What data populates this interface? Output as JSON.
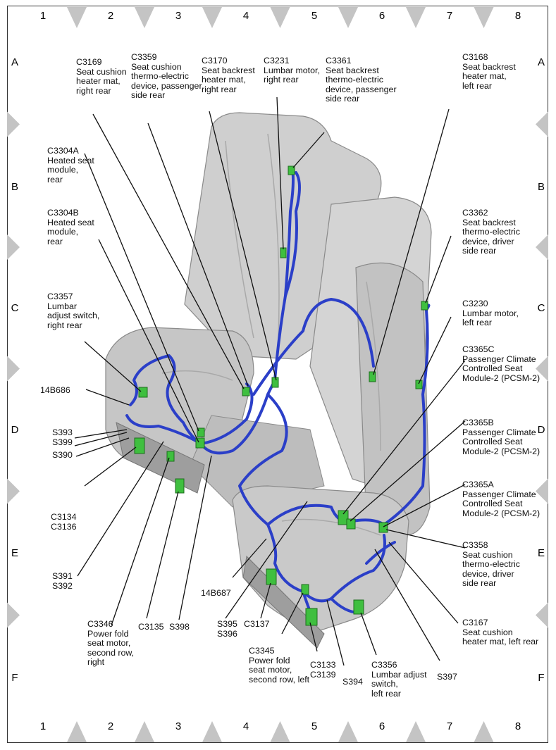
{
  "grid": {
    "columns": [
      "1",
      "2",
      "3",
      "4",
      "5",
      "6",
      "7",
      "8"
    ],
    "rows": [
      "A",
      "B",
      "C",
      "D",
      "E",
      "F"
    ]
  },
  "colors": {
    "wire": "#2b3fc8",
    "connector": "#3fbf3f",
    "seat": "#c8c8c8",
    "pointer": "#111111"
  },
  "callouts": [
    {
      "id": "c3169",
      "text": "C3169\nSeat cushion\nheater mat,\nright rear"
    },
    {
      "id": "c3359",
      "text": "C3359\nSeat cushion\nthermo-electric\ndevice, passenger\nside rear"
    },
    {
      "id": "c3170",
      "text": "C3170\nSeat backrest\nheater mat,\nright rear"
    },
    {
      "id": "c3231",
      "text": "C3231\nLumbar motor,\nright rear"
    },
    {
      "id": "c3361",
      "text": "C3361\nSeat backrest\nthermo-electric\ndevice, passenger\nside rear"
    },
    {
      "id": "c3168",
      "text": "C3168\nSeat backrest\nheater mat,\nleft rear"
    },
    {
      "id": "c3304a",
      "text": "C3304A\nHeated seat\nmodule,\nrear"
    },
    {
      "id": "c3304b",
      "text": "C3304B\nHeated seat\nmodule,\nrear"
    },
    {
      "id": "c3362",
      "text": "C3362\nSeat backrest\nthermo-electric\ndevice, driver\nside rear"
    },
    {
      "id": "c3357",
      "text": "C3357\nLumbar\nadjust switch,\nright rear"
    },
    {
      "id": "c3230",
      "text": "C3230\nLumbar motor,\nleft rear"
    },
    {
      "id": "c3365c",
      "text": "C3365C\nPassenger Climate\nControlled Seat\nModule-2 (PCSM-2)"
    },
    {
      "id": "14b686",
      "text": "14B686"
    },
    {
      "id": "s393",
      "text": "S393\nS399"
    },
    {
      "id": "c3365b",
      "text": "C3365B\nPassenger Climate\nControlled Seat\nModule-2 (PCSM-2)"
    },
    {
      "id": "s390",
      "text": "S390"
    },
    {
      "id": "c3365a",
      "text": "C3365A\nPassenger Climate\nControlled Seat\nModule-2 (PCSM-2)"
    },
    {
      "id": "c3134",
      "text": "C3134\nC3136"
    },
    {
      "id": "c3358",
      "text": "C3358\nSeat cushion\nthermo-electric\ndevice, driver\nside rear"
    },
    {
      "id": "s391",
      "text": "S391\nS392"
    },
    {
      "id": "14b687",
      "text": "14B687"
    },
    {
      "id": "c3346",
      "text": "C3346\nPower fold\nseat motor,\nsecond row,\nright"
    },
    {
      "id": "c3135",
      "text": "C3135"
    },
    {
      "id": "s398",
      "text": "S398"
    },
    {
      "id": "s395",
      "text": "S395\nS396"
    },
    {
      "id": "c3137",
      "text": "C3137"
    },
    {
      "id": "c3167",
      "text": "C3167\nSeat cushion\nheater mat, left rear"
    },
    {
      "id": "c3345",
      "text": "C3345\nPower fold\nseat motor,\nsecond row, left"
    },
    {
      "id": "c3133",
      "text": "C3133\nC3139"
    },
    {
      "id": "s394",
      "text": "S394"
    },
    {
      "id": "c3356",
      "text": "C3356\nLumbar adjust\nswitch,\nleft rear"
    },
    {
      "id": "s397",
      "text": "S397"
    }
  ]
}
